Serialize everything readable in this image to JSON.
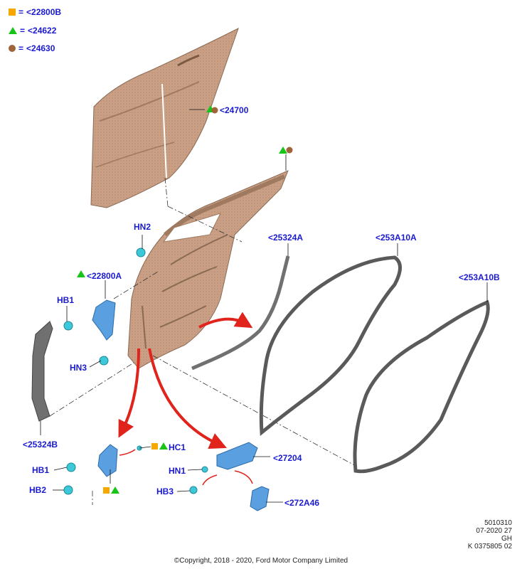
{
  "legend": [
    {
      "symbol": "square",
      "color": "#f6a800",
      "code": "<22800B"
    },
    {
      "symbol": "triangle",
      "color": "#18c418",
      "code": "<24622"
    },
    {
      "symbol": "circle",
      "color": "#a0643a",
      "code": "<24630"
    }
  ],
  "legend_eq": "=",
  "callouts": {
    "door_skin": "<24700",
    "window_seal_front": "<25324A",
    "seal_a": "<253A10A",
    "seal_b": "<253A10B",
    "hinge_upper": "<22800A",
    "trim_strip": "<25324B",
    "check_strap": "<27204",
    "cover": "<272A46",
    "hn2": "HN2",
    "hb1_upper": "HB1",
    "hn3": "HN3",
    "hb1_lower": "HB1",
    "hb2": "HB2",
    "hc1": "HC1",
    "hn1": "HN1",
    "hb3": "HB3"
  },
  "colors": {
    "label_blue": "#1a1ad0",
    "door_brown": "#c9a085",
    "part_blue": "#5aa0e0",
    "fastener_cyan": "#3cc8d8",
    "seal_gray": "#6a6a6a",
    "arrow_red": "#e0231b"
  },
  "meta": {
    "line1": "5010310",
    "line2": "07-2020 27",
    "line3": "GH",
    "line4": "K 0375805 02"
  },
  "copyright": "©Copyright, 2018 - 2020, Ford Motor Company Limited"
}
